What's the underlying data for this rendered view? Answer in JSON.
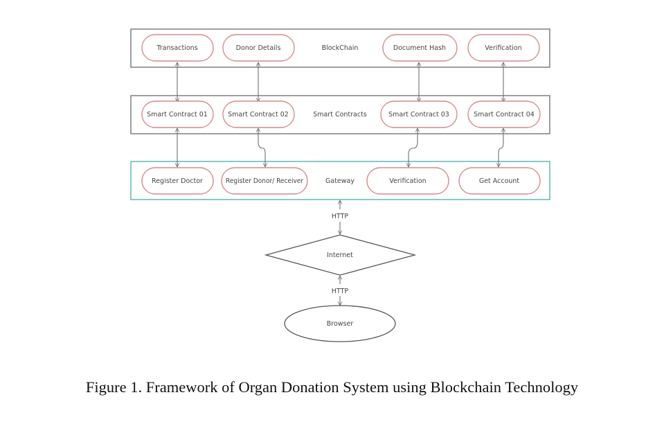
{
  "layers": {
    "blockchain": {
      "label": "BlockChain",
      "items": [
        "Transactions",
        "Donor Details",
        "Document Hash",
        "Verification"
      ]
    },
    "smart_contracts": {
      "label": "Smart Contracts",
      "items": [
        "Smart Contract 01",
        "Smart Contract 02",
        "Smart Contract 03",
        "Smart Contract 04"
      ]
    },
    "gateway": {
      "label": "Gateway",
      "items": [
        "Register Doctor",
        "Register Donor/ Receiver",
        "Verification",
        "Get Account"
      ]
    }
  },
  "internet": {
    "label": "Internet"
  },
  "browser": {
    "label": "Browser"
  },
  "links": {
    "upper_http": "HTTP",
    "lower_http": "HTTP"
  },
  "colors": {
    "pill_border": "#d98a86",
    "layer_border": "#6b6b6b",
    "gateway_border": "#5fb8b0",
    "connector": "#6f6f6f",
    "shape_border": "#555555"
  },
  "caption": "Figure 1. Framework of Organ Donation System using Blockchain Technology"
}
